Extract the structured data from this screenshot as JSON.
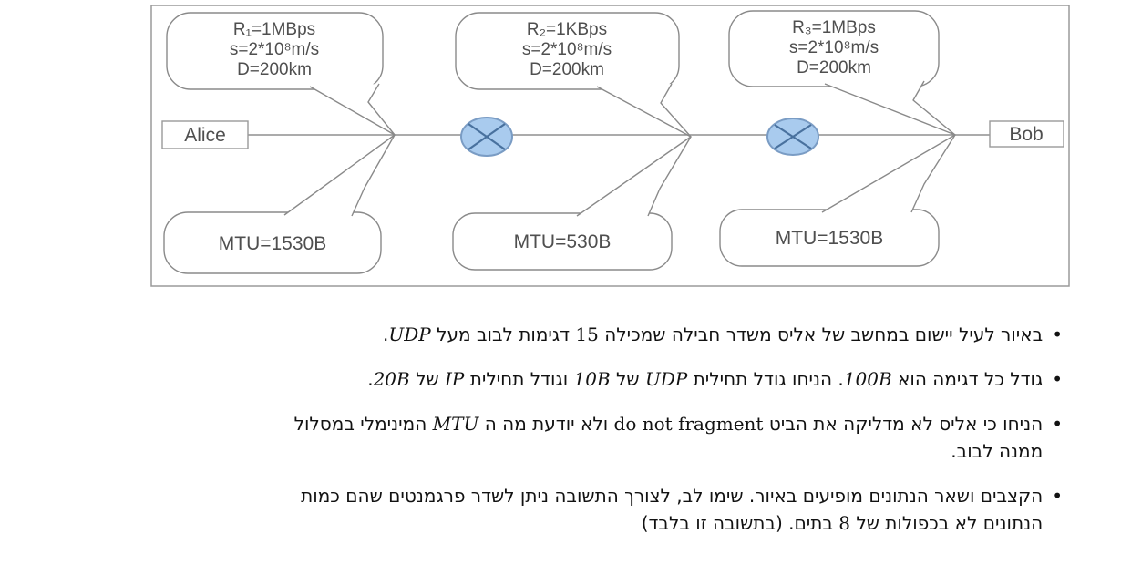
{
  "diagram": {
    "alice_label": "Alice",
    "bob_label": "Bob",
    "link_bubbles": [
      {
        "line1": "R₁=1MBps",
        "line2": "s=2*10⁸m/s",
        "line3": "D=200km"
      },
      {
        "line1": "R₂=1KBps",
        "line2": "s=2*10⁸m/s",
        "line3": "D=200km"
      },
      {
        "line1": "R₃=1MBps",
        "line2": "s=2*10⁸m/s",
        "line3": "D=200km"
      }
    ],
    "mtu_bubbles": [
      {
        "label": "MTU=1530B"
      },
      {
        "label": "MTU=530B"
      },
      {
        "label": "MTU=1530B"
      }
    ],
    "colors": {
      "frame_stroke": "#9a9a9a",
      "line_stroke": "#8f8f8f",
      "diagram_text": "#4f4f4f",
      "router_fill": "#a9cbee",
      "router_stroke": "#7a9cc4",
      "router_x": "#49719e"
    }
  },
  "list": {
    "bullet_char": "•",
    "bullets": [
      {
        "lines": [
          [
            {
              "t": "באיור לעיל יישום במחשב של אליס משדר חבילה שמכילה "
            },
            {
              "t": "15",
              "s": "num"
            },
            {
              "t": " דגימות לבוב מעל "
            },
            {
              "t": "UDP",
              "s": "math"
            },
            {
              "t": "."
            }
          ]
        ]
      },
      {
        "lines": [
          [
            {
              "t": "גודל כל דגימה הוא "
            },
            {
              "t": "100B",
              "s": "math"
            },
            {
              "t": ". הניחו גודל תחילית "
            },
            {
              "t": "UDP",
              "s": "math"
            },
            {
              "t": " של "
            },
            {
              "t": "10B",
              "s": "math"
            },
            {
              "t": " וגודל תחילית "
            },
            {
              "t": "IP",
              "s": "math"
            },
            {
              "t": " של "
            },
            {
              "t": "20B",
              "s": "math"
            },
            {
              "t": "."
            }
          ]
        ]
      },
      {
        "lines": [
          [
            {
              "t": "הניחו כי אליס לא מדליקה את הביט "
            },
            {
              "t": "do not fragment",
              "s": "latin"
            },
            {
              "t": " ולא יודעת מה ה "
            },
            {
              "t": "MTU",
              "s": "math"
            },
            {
              "t": " המינימלי במסלול"
            }
          ],
          [
            {
              "t": "ממנה לבוב."
            }
          ]
        ]
      },
      {
        "lines": [
          [
            {
              "t": "הקצבים ושאר הנתונים מופיעים באיור.  שימו לב, לצורך התשובה ניתן לשדר פרגמנטים שהם כמות"
            }
          ],
          [
            {
              "t": "הנתונים לא בכפולות של "
            },
            {
              "t": "8",
              "s": "num"
            },
            {
              "t": " בתים. (בתשובה זו בלבד)"
            }
          ]
        ]
      }
    ]
  }
}
